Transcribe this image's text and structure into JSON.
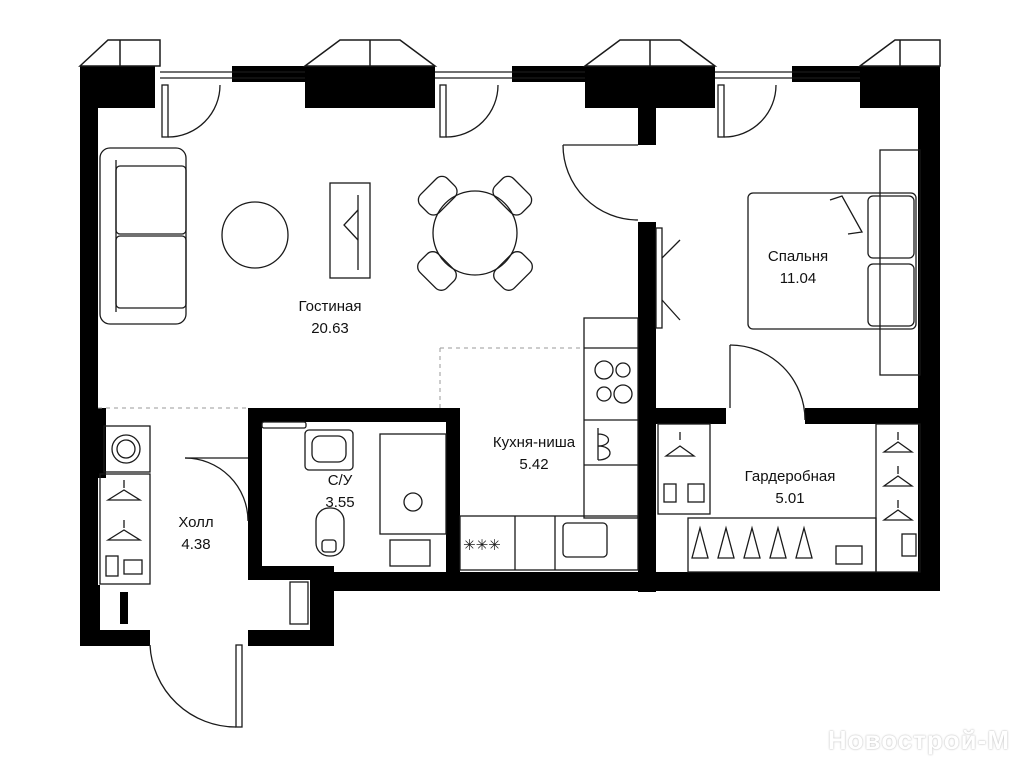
{
  "rooms": {
    "living": {
      "name": "Гостиная",
      "area": "20.63"
    },
    "bedroom": {
      "name": "Спальня",
      "area": "11.04"
    },
    "kitchen": {
      "name": "Кухня-ниша",
      "area": "5.42"
    },
    "bathroom": {
      "name": "С/У",
      "area": "3.55"
    },
    "hall": {
      "name": "Холл",
      "area": "4.38"
    },
    "wardrobe": {
      "name": "Гардеробная",
      "area": "5.01"
    }
  },
  "watermark": "Новострой-М",
  "colors": {
    "wall": "#000000",
    "line": "#1a1a1a",
    "background": "#ffffff",
    "zone": "#9a9a9a"
  }
}
